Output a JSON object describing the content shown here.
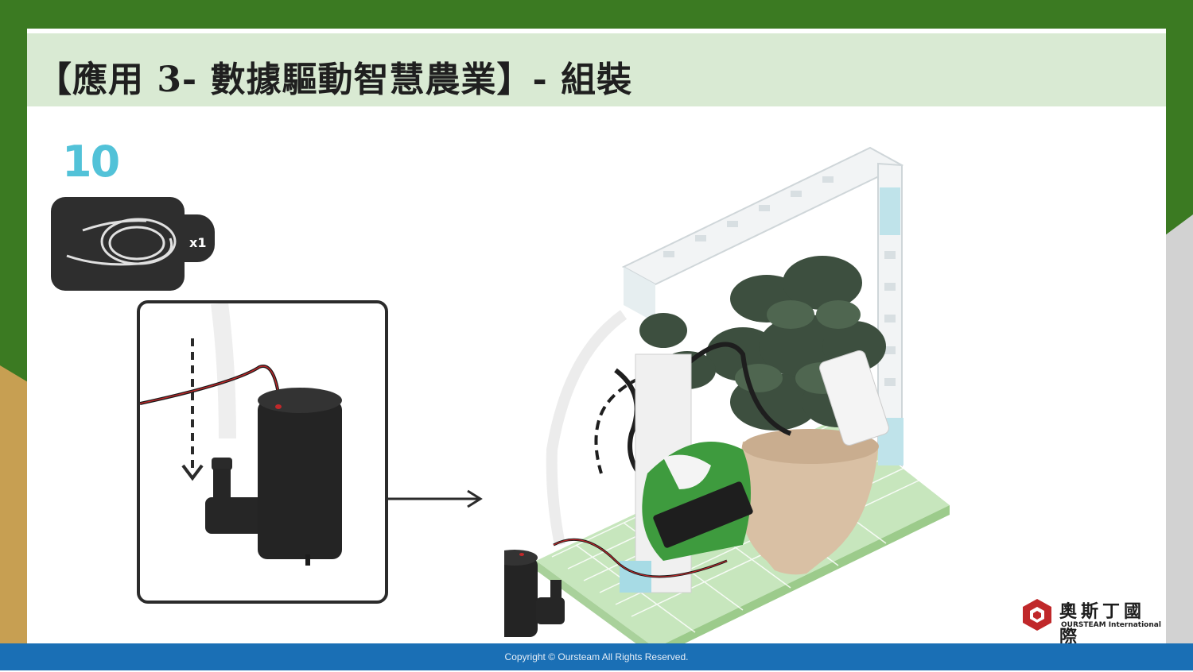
{
  "slide": {
    "title": "【應用 3- 數據驅動智慧農業】- 組裝",
    "step_number": "10",
    "part": {
      "icon": "tube-coil-icon",
      "quantity": "x1"
    }
  },
  "logo": {
    "name_cn": "奧斯丁國際",
    "name_en": "OURSTEAM International",
    "icon": "cube-logo-icon"
  },
  "footer": {
    "copyright": "Copyright © Oursteam All Rights Reserved."
  },
  "colors": {
    "title_band": "#d9ead3",
    "step_number": "#52c2d8",
    "footer": "#1a6fb5",
    "frame_green": "#3b7a22"
  }
}
